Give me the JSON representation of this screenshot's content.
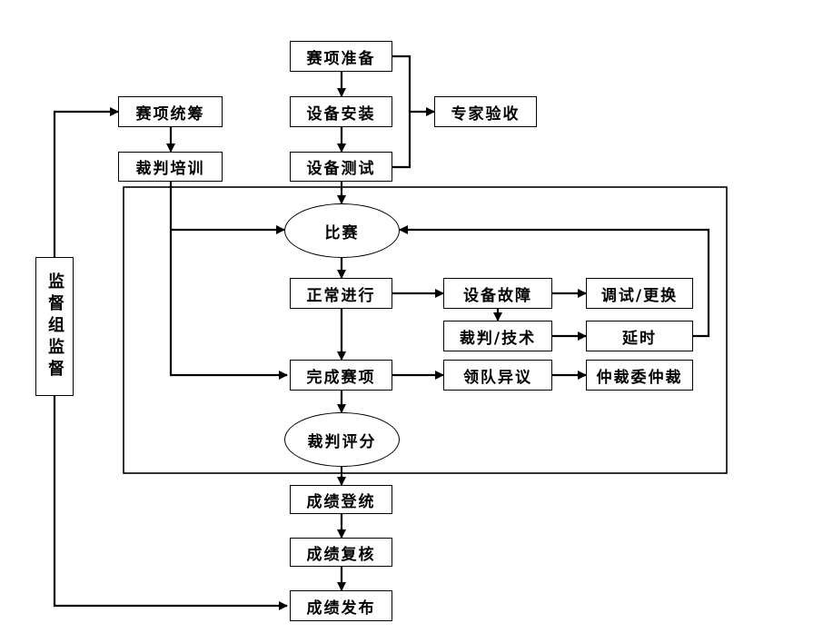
{
  "nodes": {
    "prep": "赛项准备",
    "install": "设备安装",
    "test": "设备测试",
    "expert": "专家验收",
    "plan": "赛项统筹",
    "training": "裁判培训",
    "match": "比赛",
    "normal": "正常进行",
    "fault": "设备故障",
    "adjust": "调试/更换",
    "judge_tech": "裁判/技术",
    "delay": "延时",
    "complete": "完成赛项",
    "objection": "领队异议",
    "arbitration": "仲裁委仲裁",
    "scoring": "裁判评分",
    "register": "成绩登统",
    "review": "成绩复核",
    "publish": "成绩发布",
    "supervision": "监督组监督"
  }
}
